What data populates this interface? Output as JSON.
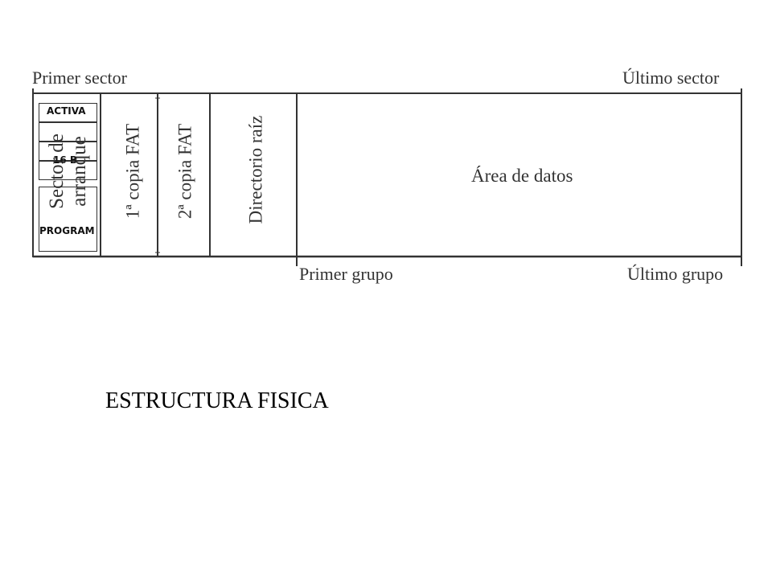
{
  "top_labels": {
    "first_sector": "Primer sector",
    "last_sector": "Último sector"
  },
  "bottom_labels": {
    "first_group": "Primer grupo",
    "last_group": "Último grupo"
  },
  "sections": {
    "boot_sector": "Sector de arranque",
    "fat_copy_1": "1ª copia FAT",
    "fat_copy_2": "2ª copia FAT",
    "root_dir": "Directorio raíz",
    "data_area": "Área de datos"
  },
  "boot_sub_boxes": {
    "active": "ACTIVA",
    "size": "16 B",
    "program": "PROGRAM"
  },
  "caption": "ESTRUCTURA FISICA"
}
